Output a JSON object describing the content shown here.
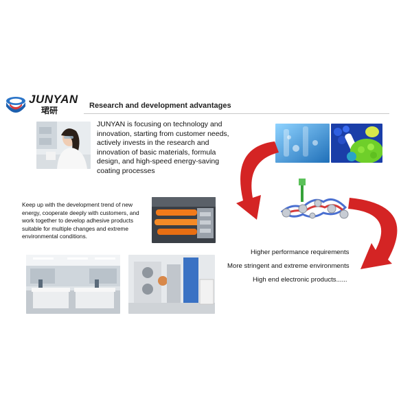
{
  "header": {
    "brand": "JUNYAN",
    "brand_cn": "珺研",
    "title": "Research and development advantages"
  },
  "intro_text": "JUNYAN is focusing on technology and innovation, starting from customer needs, actively invests in the research and innovation of basic materials, formula design, and high-speed energy-saving coating processes",
  "energy_text": "Keep up with the development trend of new energy, cooperate deeply with customers, and work together to develop adhesive products suitable for multiple changes and extreme environmental conditions.",
  "requirements": [
    "Higher performance requirements",
    "More stringent and extreme environments",
    "High end electronic products......"
  ],
  "colors": {
    "arrow_red": "#d42424",
    "logo_blue": "#2a74c8",
    "logo_red": "#d63a3a"
  }
}
